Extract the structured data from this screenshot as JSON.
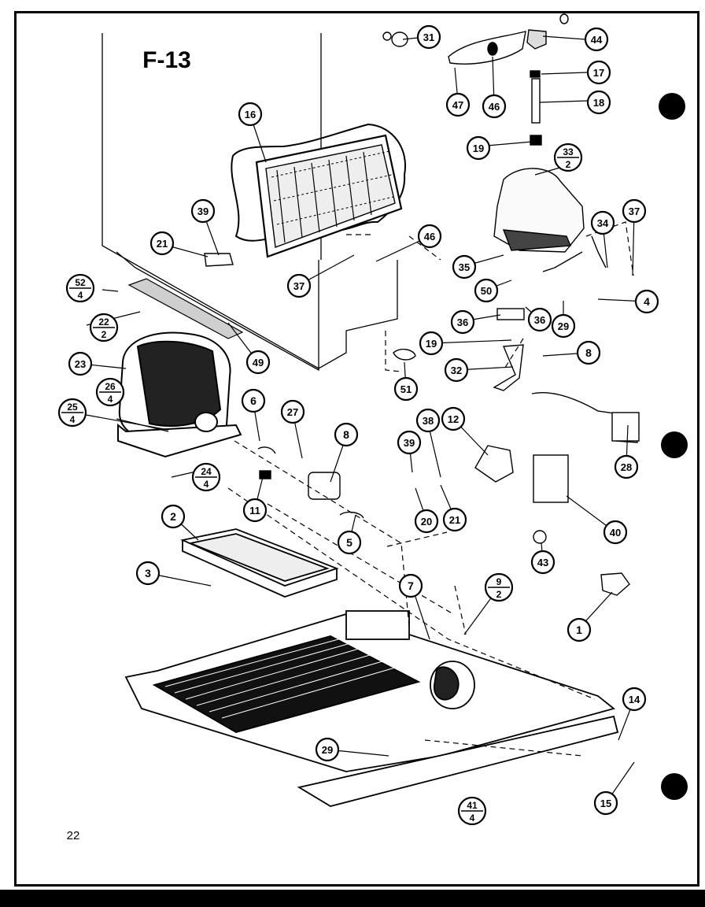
{
  "diagram": {
    "title": "F-13",
    "page_number": "22",
    "callouts": [
      {
        "id": "c31",
        "label": "31"
      },
      {
        "id": "c44",
        "label": "44"
      },
      {
        "id": "c17",
        "label": "17"
      },
      {
        "id": "c47",
        "label": "47"
      },
      {
        "id": "c46a",
        "label": "46"
      },
      {
        "id": "c18a",
        "label": "18"
      },
      {
        "id": "c16",
        "label": "16"
      },
      {
        "id": "c19a",
        "label": "19"
      },
      {
        "id": "c39a",
        "label": "39"
      },
      {
        "id": "c21a",
        "label": "21"
      },
      {
        "id": "c37a",
        "label": "37"
      },
      {
        "id": "c46b",
        "label": "46"
      },
      {
        "id": "c34",
        "label": "34"
      },
      {
        "id": "c37b",
        "label": "37"
      },
      {
        "id": "c35",
        "label": "35"
      },
      {
        "id": "c50",
        "label": "50"
      },
      {
        "id": "c4",
        "label": "4"
      },
      {
        "id": "c36a",
        "label": "36"
      },
      {
        "id": "c36b",
        "label": "36"
      },
      {
        "id": "c29a",
        "label": "29"
      },
      {
        "id": "c19b",
        "label": "19"
      },
      {
        "id": "c8a",
        "label": "8"
      },
      {
        "id": "c32",
        "label": "32"
      },
      {
        "id": "c51",
        "label": "51"
      },
      {
        "id": "c23",
        "label": "23"
      },
      {
        "id": "c49",
        "label": "49"
      },
      {
        "id": "c6",
        "label": "6"
      },
      {
        "id": "c27",
        "label": "27"
      },
      {
        "id": "c8b",
        "label": "8"
      },
      {
        "id": "c39b",
        "label": "39"
      },
      {
        "id": "c12",
        "label": "12"
      },
      {
        "id": "c38",
        "label": "38"
      },
      {
        "id": "c28",
        "label": "28"
      },
      {
        "id": "c11",
        "label": "11"
      },
      {
        "id": "c2",
        "label": "2"
      },
      {
        "id": "c5",
        "label": "5"
      },
      {
        "id": "c20",
        "label": "20"
      },
      {
        "id": "c21b",
        "label": "21"
      },
      {
        "id": "c40",
        "label": "40"
      },
      {
        "id": "c43",
        "label": "43"
      },
      {
        "id": "c3",
        "label": "3"
      },
      {
        "id": "c7",
        "label": "7"
      },
      {
        "id": "c1",
        "label": "1"
      },
      {
        "id": "c14",
        "label": "14"
      },
      {
        "id": "c29b",
        "label": "29"
      },
      {
        "id": "c15",
        "label": "15"
      }
    ],
    "fraction_callouts": [
      {
        "id": "f52",
        "top": "52",
        "bottom": "4"
      },
      {
        "id": "f22",
        "top": "22",
        "bottom": "2"
      },
      {
        "id": "f26",
        "top": "26",
        "bottom": "4"
      },
      {
        "id": "f25",
        "top": "25",
        "bottom": "4"
      },
      {
        "id": "f24",
        "top": "24",
        "bottom": "4"
      },
      {
        "id": "f33",
        "top": "33",
        "bottom": "2"
      },
      {
        "id": "f9",
        "top": "9",
        "bottom": "2"
      },
      {
        "id": "f41",
        "top": "41",
        "bottom": "4"
      }
    ]
  }
}
